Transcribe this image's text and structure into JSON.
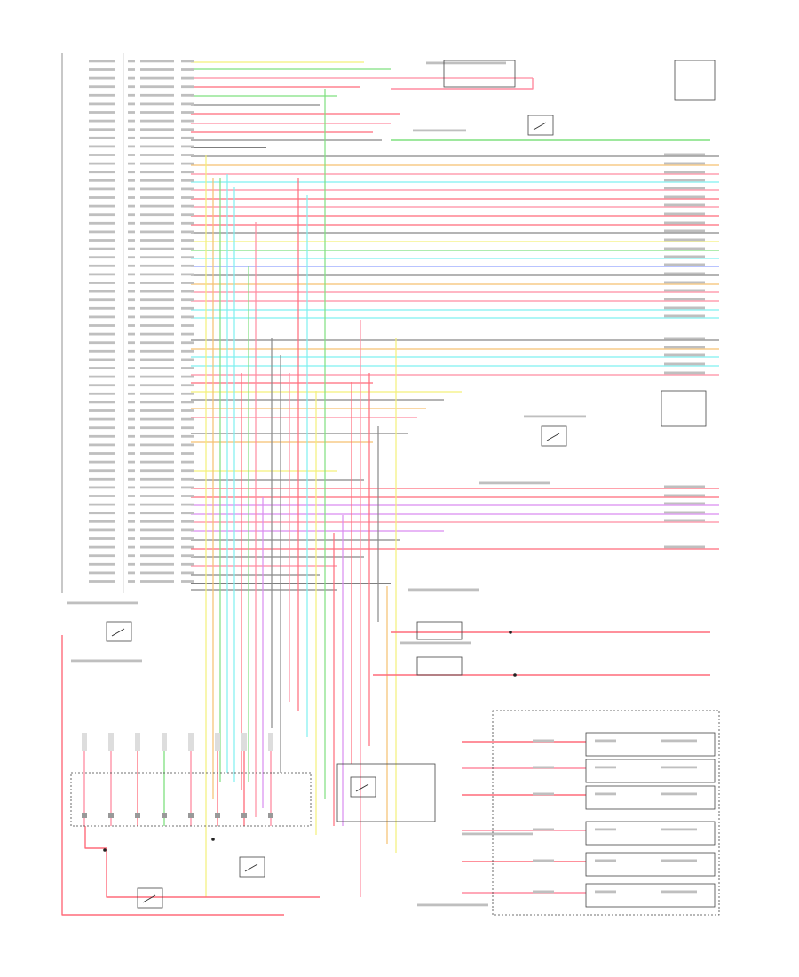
{
  "diagram": {
    "pcm_pin_labels": [
      "",
      "",
      "",
      "",
      "",
      "",
      "",
      "",
      "",
      "",
      "",
      "",
      "",
      "",
      "",
      "",
      "",
      "",
      "",
      "",
      "",
      "",
      "",
      "",
      "",
      "",
      "",
      "",
      "",
      "",
      "",
      "",
      "",
      "",
      "",
      "",
      "",
      "",
      "",
      "",
      "",
      "",
      "",
      "",
      "",
      "",
      "",
      "",
      "",
      "",
      "",
      "",
      "",
      "",
      "",
      "",
      "",
      "",
      "",
      "",
      "",
      "",
      "",
      "",
      "",
      "",
      "",
      "",
      "",
      "",
      "",
      ""
    ],
    "wire_colors": {
      "red": "#ff6b7a",
      "pink": "#ff8ca0",
      "green": "#7fe07f",
      "yellow": "#f3f07a",
      "cyan": "#7ff0f0",
      "blue": "#8fa0ff",
      "violet": "#d98cf0",
      "gray": "#888888",
      "orange": "#f5c070",
      "black": "#333333"
    },
    "components": [
      {
        "id": "transmission-range-sensor",
        "label": ""
      },
      {
        "id": "overdrive-cancel-switch",
        "label": ""
      },
      {
        "id": "output-shaft-speed-sensor",
        "label": ""
      },
      {
        "id": "turbine-shaft-speed-sensor",
        "label": ""
      },
      {
        "id": "solenoid-body",
        "label": ""
      },
      {
        "id": "torque-converter-clutch-solenoid",
        "label": ""
      },
      {
        "id": "electronic-pressure-control",
        "label": ""
      },
      {
        "id": "shift-solenoids",
        "label": ""
      },
      {
        "id": "transmission-fluid-temp-sensor",
        "label": ""
      },
      {
        "id": "brake-on-off-switch",
        "label": ""
      },
      {
        "id": "vehicle-speed-sensor",
        "label": ""
      }
    ],
    "page_number": "",
    "footer_left": "",
    "footer_mid": "",
    "footer_right": ""
  }
}
